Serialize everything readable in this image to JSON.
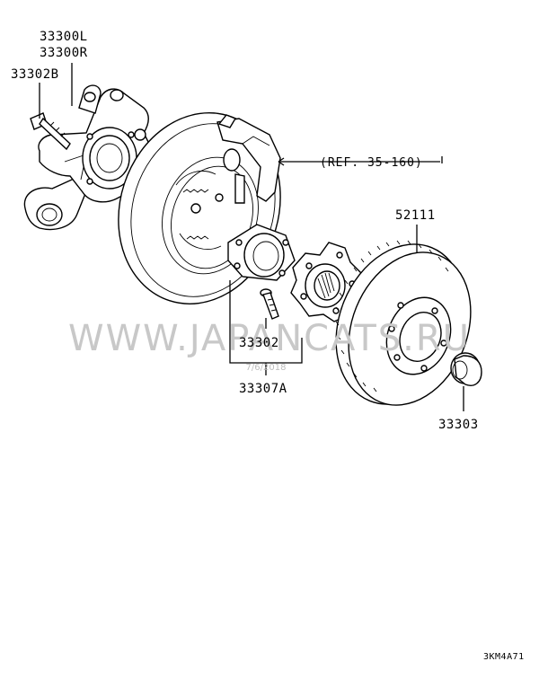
{
  "labels": {
    "knuckle_left": "33300L",
    "knuckle_right": "33300R",
    "bolt": "33302B",
    "reference": "(REF. 35-160)",
    "rotor": "52111",
    "hub_bolt": "33302",
    "hub_assembly": "33307A",
    "cap": "33303"
  },
  "watermark": "WWW.JAPANCATS.RU",
  "stamp_date": "7/6/2018",
  "diagram_code": "3KM4A71"
}
